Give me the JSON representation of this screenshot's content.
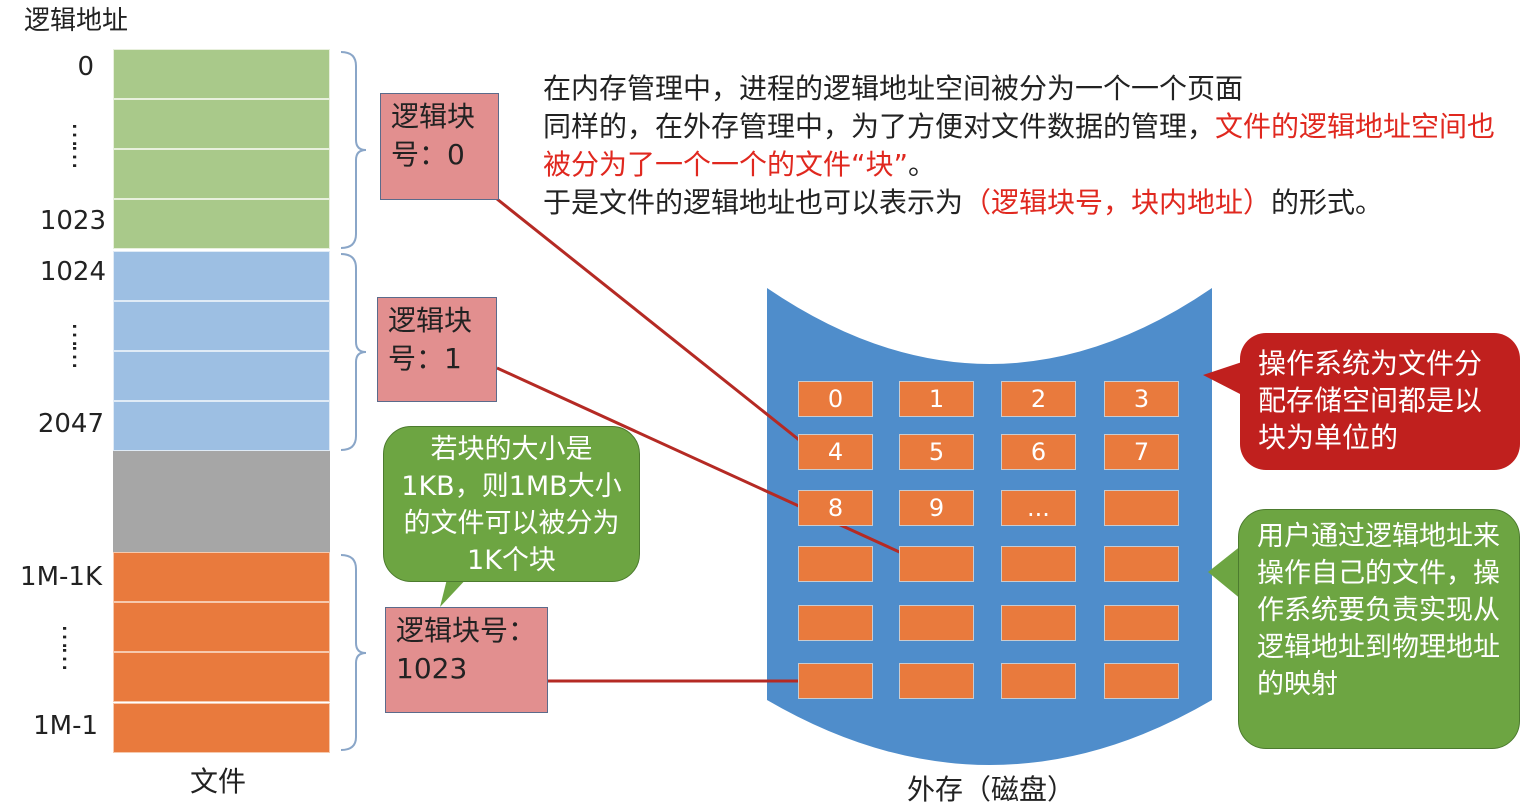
{
  "header": {
    "logical_address": "逻辑地址"
  },
  "addresses": {
    "a0": "0",
    "a1023": "1023",
    "a1024": "1024",
    "a2047": "2047",
    "a1m1k": "1M-1K",
    "a1m1": "1M-1",
    "dots": "……"
  },
  "file_caption": "文件",
  "blocks": {
    "b0": "逻辑块号：0",
    "b1": "逻辑块号：1",
    "b1023_line1": "逻辑块号：",
    "b1023_line2": "1023"
  },
  "description": {
    "line1": "在内存管理中，进程的逻辑地址空间被分为一个一个页面",
    "line2_black": "同样的，在外存管理中，为了方便对文件数据的管理，",
    "line2_red": "文件的逻辑地址空间也被分为了一个一个的文件“块”",
    "line2_end": "。",
    "line3_black": "于是文件的逻辑地址也可以表示为",
    "line3_red": "（逻辑块号，块内地址）",
    "line3_end": "的形式。"
  },
  "callouts": {
    "block_size": "若块的大小是1KB，则1MB大小的文件可以被分为1K个块",
    "os_alloc": "操作系统为文件分配存储空间都是以块为单位的",
    "user_mapping": "用户通过逻辑地址来操作自己的文件，操作系统要负责实现从逻辑地址到物理地址的映射"
  },
  "disk": {
    "caption": "外存（磁盘）",
    "blocks": [
      "0",
      "1",
      "2",
      "3",
      "4",
      "5",
      "6",
      "7",
      "8",
      "9",
      "...",
      "",
      "",
      "",
      "",
      "",
      "",
      "",
      "",
      "",
      "",
      "",
      "",
      ""
    ]
  },
  "colors": {
    "green": "#a9c98a",
    "blue": "#9dbfe3",
    "gray": "#a6a6a6",
    "orange": "#e97a3d",
    "red_text": "#e0281f",
    "disk_blue": "#4f8dcb",
    "arrow": "#b52a24",
    "callout_green": "#6da542",
    "callout_red": "#c0201e"
  }
}
